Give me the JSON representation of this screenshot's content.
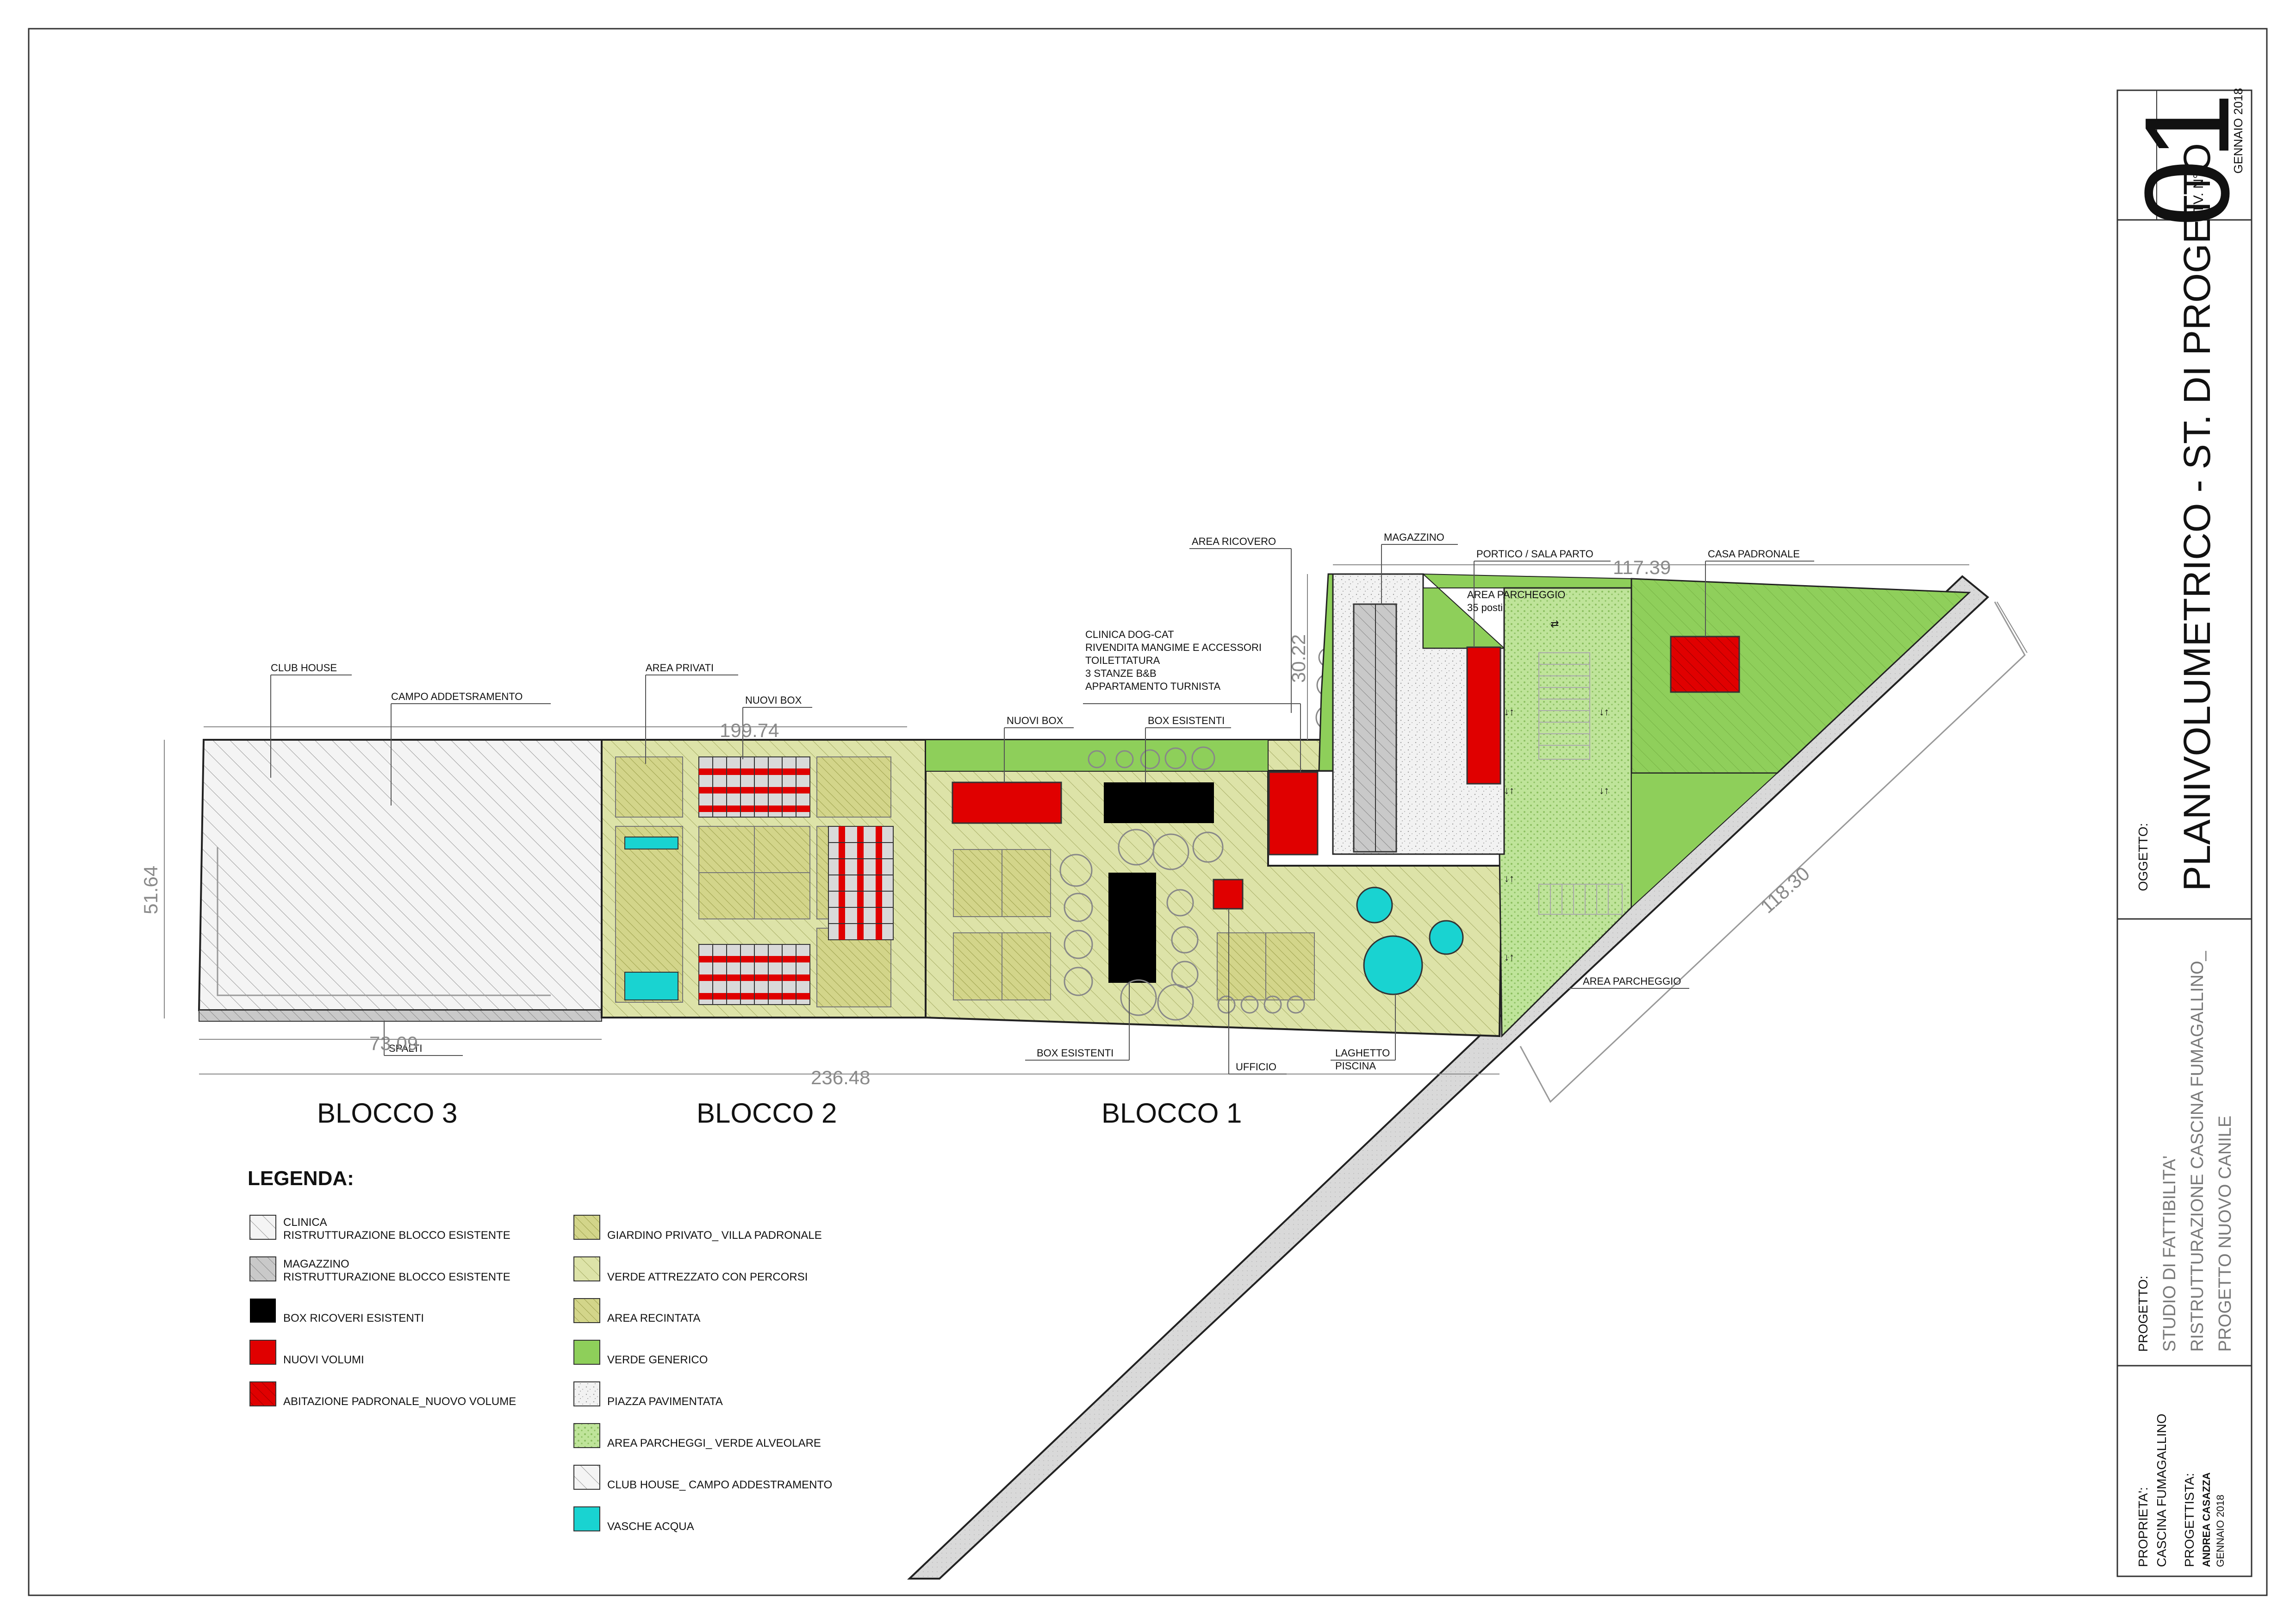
{
  "labels": {
    "club_house": "CLUB HOUSE",
    "campo": "CAMPO ADDETSRAMENTO",
    "area_privati": "AREA PRIVATI",
    "nuovi_box_b2": "NUOVI BOX",
    "nuovi_box_b1": "NUOVI BOX",
    "box_esistenti_top": "BOX ESISTENTI",
    "box_esistenti_bottom": "BOX ESISTENTI",
    "clinica_lines": [
      "CLINICA DOG-CAT",
      "RIVENDITA MANGIME E ACCESSORI",
      "TOILETTATURA",
      "3 STANZE B&B",
      "APPARTAMENTO TURNISTA"
    ],
    "area_ricovero": "AREA RICOVERO",
    "magazzino": "MAGAZZINO",
    "portico": "PORTICO / SALA PARTO",
    "casa_padronale": "CASA PADRONALE",
    "area_parcheggio_top": "AREA PARCHEGGIO",
    "posti": "35 posti",
    "area_parcheggio_bottom": "AREA PARCHEGGIO",
    "ufficio": "UFFICIO",
    "laghetto": "LAGHETTO",
    "piscina": "PISCINA",
    "spalti": "SPALTI"
  },
  "dimensions": {
    "d_51_64": "51.64",
    "d_199_74": "199.74",
    "d_73_09": "73.09",
    "d_236_48": "236.48",
    "d_30_22": "30.22",
    "d_117_39": "117.39",
    "d_118_30": "118.30"
  },
  "blocks": [
    "BLOCCO 3",
    "BLOCCO 2",
    "BLOCCO 1"
  ],
  "legend": {
    "title": "LEGENDA:",
    "left": [
      {
        "lines": [
          "CLINICA",
          "RISTRUTTURAZIONE BLOCCO ESISTENTE"
        ],
        "swatch": "hatch-light"
      },
      {
        "lines": [
          "MAGAZZINO",
          "RISTRUTTURAZIONE BLOCCO ESISTENTE"
        ],
        "swatch": "hatch-grey"
      },
      {
        "lines": [
          "BOX RICOVERI ESISTENTI"
        ],
        "swatch": "black"
      },
      {
        "lines": [
          "NUOVI VOLUMI"
        ],
        "swatch": "red"
      },
      {
        "lines": [
          "ABITAZIONE PADRONALE_NUOVO VOLUME"
        ],
        "swatch": "red-hatch"
      }
    ],
    "right": [
      {
        "lines": [
          "GIARDINO PRIVATO_ VILLA PADRONALE"
        ],
        "swatch": "olive-hatch"
      },
      {
        "lines": [
          "VERDE ATTREZZATO CON PERCORSI"
        ],
        "swatch": "olive-hatch-light"
      },
      {
        "lines": [
          "AREA RECINTATA"
        ],
        "swatch": "olive-dots"
      },
      {
        "lines": [
          "VERDE GENERICO"
        ],
        "swatch": "green"
      },
      {
        "lines": [
          "PIAZZA PAVIMENTATA"
        ],
        "swatch": "gravel"
      },
      {
        "lines": [
          "AREA PARCHEGGI_ VERDE ALVEOLARE"
        ],
        "swatch": "green-dots"
      },
      {
        "lines": [
          "CLUB HOUSE_ CAMPO ADDESTRAMENTO"
        ],
        "swatch": "hatch-white"
      },
      {
        "lines": [
          "VASCHE ACQUA"
        ],
        "swatch": "cyan"
      }
    ]
  },
  "title_block": {
    "sheet_number": "01",
    "tav_label": "TV. N°",
    "date_top": "GENNAIO 2018",
    "oggetto_label": "OGGETTO:",
    "oggetto_title": "PLANIVOLUMETRICO  - ST. DI PROGETTO",
    "progetto_label": "PROGETTO:",
    "progetto_lines": [
      "STUDIO DI FATTIBILITA'",
      "RISTRUTTURAZIONE CASCINA FUMAGALLINO_",
      "PROGETTO NUOVO CANILE"
    ],
    "proprieta_label": "PROPRIETA':",
    "proprieta_value": "CASCINA FUMAGALLINO",
    "progettista_label": "PROGETTISTA:",
    "progettista_value": "ANDREA CASAZZA",
    "date_bottom": "GENNAIO 2018"
  },
  "colors": {
    "green": "#8ecf5a",
    "olive": "#d8dca0",
    "red": "#e00000",
    "black": "#000000",
    "cyan": "#19d3d1",
    "grey_hatch": "#c8c8c8",
    "road": "#d6d6d6"
  }
}
